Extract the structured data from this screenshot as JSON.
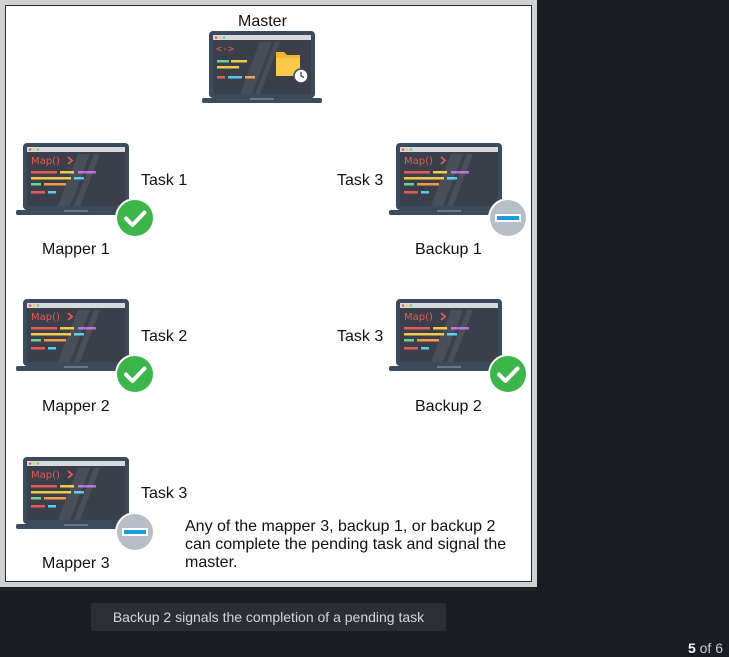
{
  "diagram": {
    "master": {
      "label": "Master"
    },
    "workers": [
      {
        "id": "mapper1",
        "name": "Mapper 1",
        "task": "Task 1",
        "screen_text": "Map()",
        "status": "done"
      },
      {
        "id": "backup1",
        "name": "Backup 1",
        "task": "Task 3",
        "screen_text": "Map()",
        "status": "in-progress"
      },
      {
        "id": "mapper2",
        "name": "Mapper 2",
        "task": "Task 2",
        "screen_text": "Map()",
        "status": "done"
      },
      {
        "id": "backup2",
        "name": "Backup 2",
        "task": "Task 3",
        "screen_text": "Map()",
        "status": "done"
      },
      {
        "id": "mapper3",
        "name": "Mapper 3",
        "task": "Task 3",
        "screen_text": "Map()",
        "status": "in-progress"
      }
    ],
    "note": "Any of the mapper 3, backup 1, or backup 2 can complete the pending task and signal the master."
  },
  "caption": "Backup 2 signals the completion of a pending task",
  "pagination": {
    "current": "5",
    "of_text": "of",
    "total": "6"
  },
  "colors": {
    "check": "#3cb54a",
    "progress_badge": "#b8bec5",
    "progress_bar": "#1e9be0",
    "laptop_body": "#3d4a5c",
    "screen": "#3b3f49",
    "map_text": "#e55a5a"
  },
  "icons": {
    "done": "check-icon",
    "in-progress": "progress-icon",
    "master": "laptop-folder-icon"
  }
}
